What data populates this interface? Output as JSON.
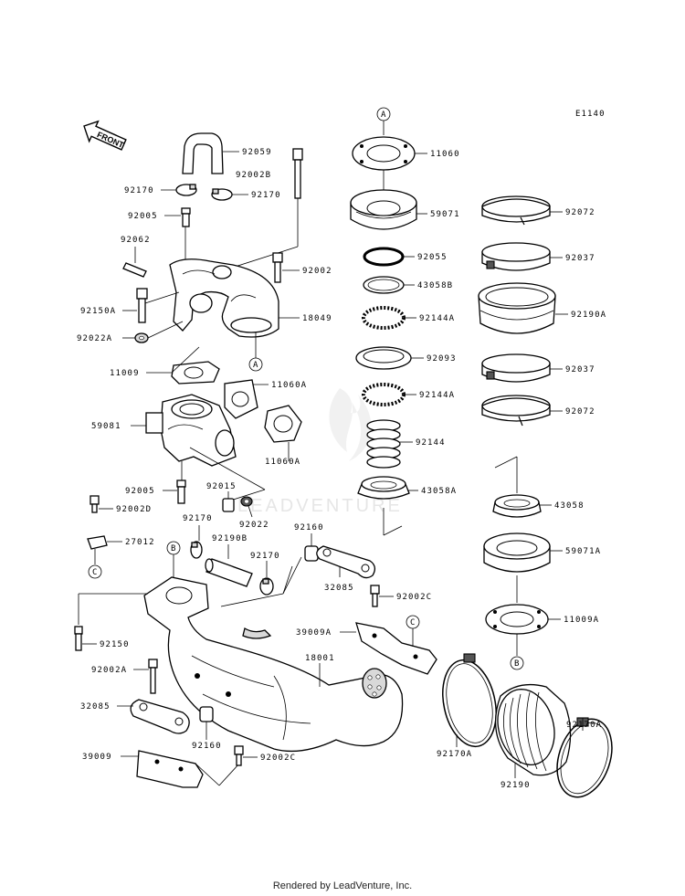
{
  "diagram_code": "E1140",
  "front_arrow_label": "FRONT",
  "watermark_text": "LEADVENTURE",
  "footer": "Rendered by LeadVenture, Inc.",
  "callouts": {
    "A": "A",
    "B": "B",
    "C": "C"
  },
  "parts": {
    "p92059": "92059",
    "p92002B": "92002B",
    "p92170_a": "92170",
    "p92170_b": "92170",
    "p92005_a": "92005",
    "p92062": "92062",
    "p92002": "92002",
    "p92150A": "92150A",
    "p18049": "18049",
    "p92022A": "92022A",
    "p11009": "11009",
    "p11060A_a": "11060A",
    "p59081": "59081",
    "p11060A_b": "11060A",
    "p92005_b": "92005",
    "p92015": "92015",
    "p92022": "92022",
    "p92002D": "92002D",
    "p92170_c": "92170",
    "p92190B": "92190B",
    "p92160_a": "92160",
    "p27012": "27012",
    "p92170_d": "92170",
    "p32085_a": "32085",
    "p92002C_a": "92002C",
    "p39009A": "39009A",
    "p92150": "92150",
    "p18001": "18001",
    "p92002A": "92002A",
    "p32085_b": "32085",
    "p92160_b": "92160",
    "p39009": "39009",
    "p92002C_b": "92002C",
    "p11060": "11060",
    "p59071": "59071",
    "p92055": "92055",
    "p43058B": "43058B",
    "p92144A_a": "92144A",
    "p92093": "92093",
    "p92144A_b": "92144A",
    "p92144": "92144",
    "p43058A": "43058A",
    "p92072_a": "92072",
    "p92037_a": "92037",
    "p92190A": "92190A",
    "p92037_b": "92037",
    "p92072_b": "92072",
    "p43058": "43058",
    "p59071A": "59071A",
    "p11009A": "11009A",
    "p92170A_a": "92170A",
    "p92170A_b": "92170A",
    "p92190": "92190"
  }
}
